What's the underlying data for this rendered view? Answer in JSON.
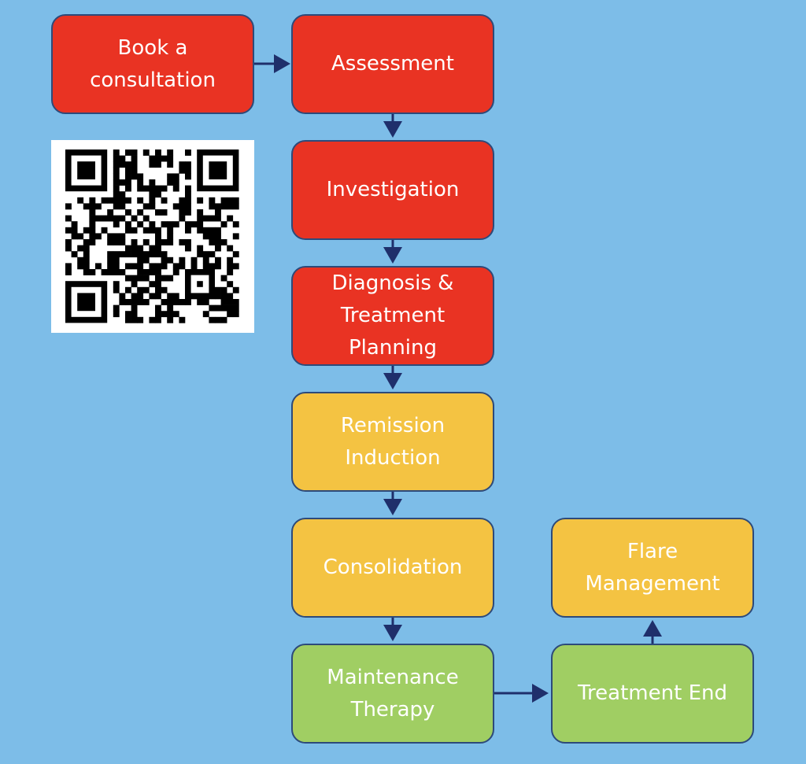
{
  "nodes": {
    "book": "Book a consultation",
    "assessment": "Assessment",
    "investigation": "Investigation",
    "diagnosis": "Diagnosis & Treatment Planning",
    "remission": "Remission Induction",
    "consolidation": "Consolidation",
    "maintenance": "Maintenance Therapy",
    "treatment_end": "Treatment End",
    "flare": "Flare Management"
  },
  "colors": {
    "background": "#7dbde8",
    "red_stage": "#e93323",
    "yellow_stage": "#f4c342",
    "green_stage": "#a0ce63",
    "arrow": "#1f2f6b"
  },
  "qr_code": {
    "icon": "qr-code-icon"
  }
}
